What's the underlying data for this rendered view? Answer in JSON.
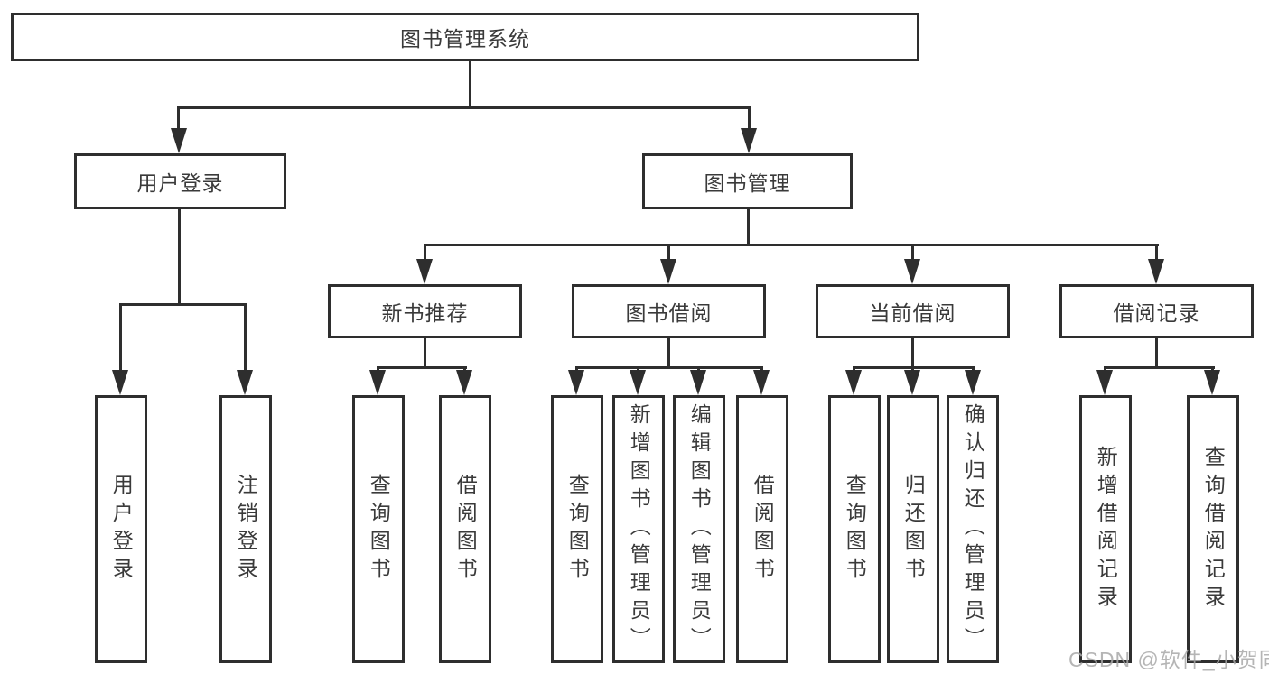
{
  "diagram": {
    "root": {
      "label": "图书管理系统",
      "children": [
        {
          "label": "用户登录",
          "children": [
            {
              "label": "用户登录"
            },
            {
              "label": "注销登录"
            }
          ]
        },
        {
          "label": "图书管理",
          "children": [
            {
              "label": "新书推荐",
              "children": [
                {
                  "label": "查询图书"
                },
                {
                  "label": "借阅图书"
                }
              ]
            },
            {
              "label": "图书借阅",
              "children": [
                {
                  "label": "查询图书"
                },
                {
                  "label": "新增图书（管理员）"
                },
                {
                  "label": "编辑图书（管理员）"
                },
                {
                  "label": "借阅图书"
                }
              ]
            },
            {
              "label": "当前借阅",
              "children": [
                {
                  "label": "查询图书"
                },
                {
                  "label": "归还图书"
                },
                {
                  "label": "确认归还（管理员）"
                }
              ]
            },
            {
              "label": "借阅记录",
              "children": [
                {
                  "label": "新增借阅记录"
                },
                {
                  "label": "查询借阅记录"
                }
              ]
            }
          ]
        }
      ]
    }
  },
  "watermark": {
    "text": "CSDN @软件_小贺同学"
  },
  "colors": {
    "line": "#2e2e2e",
    "text": "#3a3a3a",
    "watermark": "#a9a9a9",
    "background": "#ffffff"
  }
}
